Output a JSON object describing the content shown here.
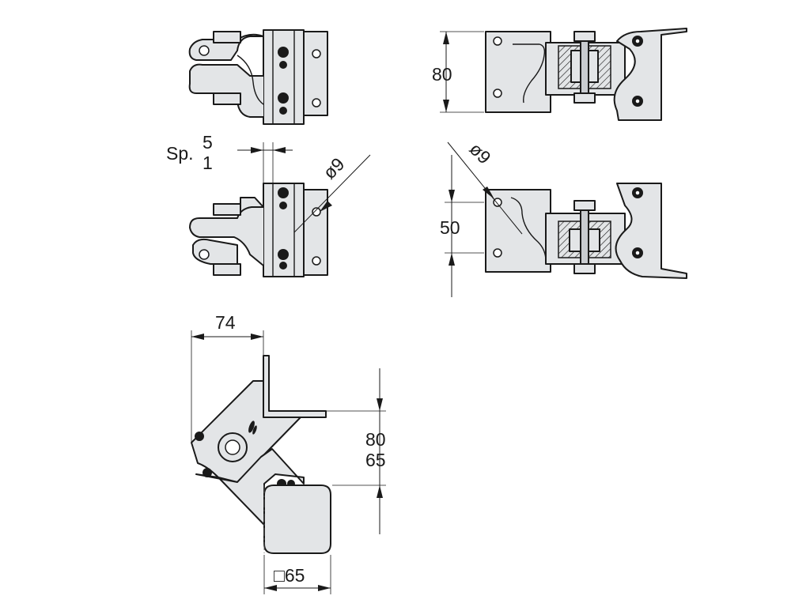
{
  "dimensions": {
    "top_right_height": "80",
    "sheet_thickness_prefix": "Sp.",
    "sheet_thickness_top": "5",
    "sheet_thickness_bottom": "1",
    "hole_diameter_left": "ø9",
    "hole_diameter_right": "ø9",
    "middle_right_height": "50",
    "bottom_width": "74",
    "bottom_height_top": "80",
    "bottom_height_bottom": "65",
    "bottom_square": "□65"
  }
}
